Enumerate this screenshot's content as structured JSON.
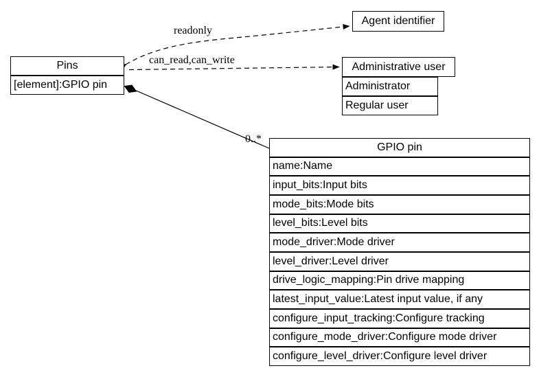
{
  "diagram": {
    "background_color": "#ffffff",
    "line_color": "#000000"
  },
  "boxes": {
    "pins": {
      "title": "Pins",
      "rows": [
        "[element]:GPIO pin"
      ]
    },
    "agent_identifier": {
      "title": "Agent identifier"
    },
    "administrative_user": {
      "title": "Administrative user",
      "rows": [
        "Administrator",
        "Regular user"
      ]
    },
    "gpio_pin": {
      "title": "GPIO pin",
      "rows": [
        "name:Name",
        "input_bits:Input bits",
        "mode_bits:Mode bits",
        "level_bits:Level bits",
        "mode_driver:Mode driver",
        "level_driver:Level driver",
        "drive_logic_mapping:Pin drive mapping",
        "latest_input_value:Latest input value, if any",
        "configure_input_tracking:Configure tracking",
        "configure_mode_driver:Configure mode driver",
        "configure_level_driver:Configure level driver"
      ]
    }
  },
  "edges": {
    "readonly": {
      "label": "readonly"
    },
    "can_read_can_write": {
      "label": "can_read,can_write"
    },
    "composition": {
      "multiplicity": "0..*"
    }
  }
}
